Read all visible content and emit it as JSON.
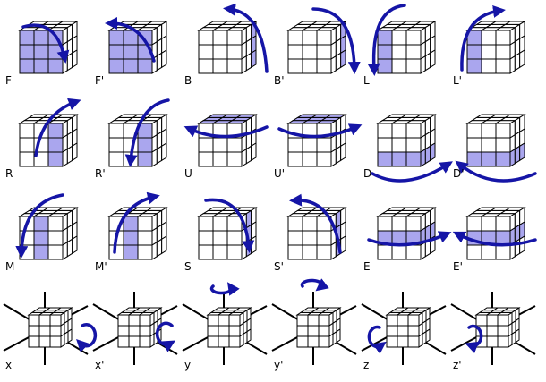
{
  "colors": {
    "highlight": "#aaa6ee",
    "arrow": "#1515a6",
    "line": "#000000",
    "background": "#ffffff"
  },
  "moves": [
    {
      "id": "F",
      "label": "F",
      "hl": "front",
      "arrow": "front-cw"
    },
    {
      "id": "Fp",
      "label": "F'",
      "hl": "front",
      "arrow": "front-ccw"
    },
    {
      "id": "B",
      "label": "B",
      "hl": "right-back",
      "arrow": "back"
    },
    {
      "id": "Bp",
      "label": "B'",
      "hl": "right-back",
      "arrow": "back-prime"
    },
    {
      "id": "L",
      "label": "L",
      "hl": "front-left",
      "arrow": "left-down"
    },
    {
      "id": "Lp",
      "label": "L'",
      "hl": "front-left",
      "arrow": "left-up"
    },
    {
      "id": "R",
      "label": "R",
      "hl": "front-right",
      "arrow": "right-up"
    },
    {
      "id": "Rp",
      "label": "R'",
      "hl": "front-right",
      "arrow": "right-down"
    },
    {
      "id": "U",
      "label": "U",
      "hl": "top",
      "arrow": "top-left"
    },
    {
      "id": "Up",
      "label": "U'",
      "hl": "top",
      "arrow": "top-right"
    },
    {
      "id": "D",
      "label": "D",
      "hl": "bottom",
      "arrow": "bottom-right"
    },
    {
      "id": "Dp",
      "label": "D'",
      "hl": "bottom",
      "arrow": "bottom-left"
    },
    {
      "id": "M",
      "label": "M",
      "hl": "front-mid",
      "arrow": "mid-down"
    },
    {
      "id": "Mp",
      "label": "M'",
      "hl": "front-mid",
      "arrow": "mid-up"
    },
    {
      "id": "S",
      "label": "S",
      "hl": "right-mid",
      "arrow": "s-cw"
    },
    {
      "id": "Sp",
      "label": "S'",
      "hl": "right-mid",
      "arrow": "s-ccw"
    },
    {
      "id": "E",
      "label": "E",
      "hl": "equator",
      "arrow": "equator-right"
    },
    {
      "id": "Ep",
      "label": "E'",
      "hl": "equator",
      "arrow": "equator-left"
    }
  ],
  "rotations": [
    {
      "id": "x",
      "label": "x",
      "arrow": "x"
    },
    {
      "id": "xp",
      "label": "x'",
      "arrow": "xp"
    },
    {
      "id": "y",
      "label": "y",
      "arrow": "y"
    },
    {
      "id": "yp",
      "label": "y'",
      "arrow": "yp"
    },
    {
      "id": "z",
      "label": "z",
      "arrow": "z"
    },
    {
      "id": "zp",
      "label": "z'",
      "arrow": "zp"
    }
  ]
}
